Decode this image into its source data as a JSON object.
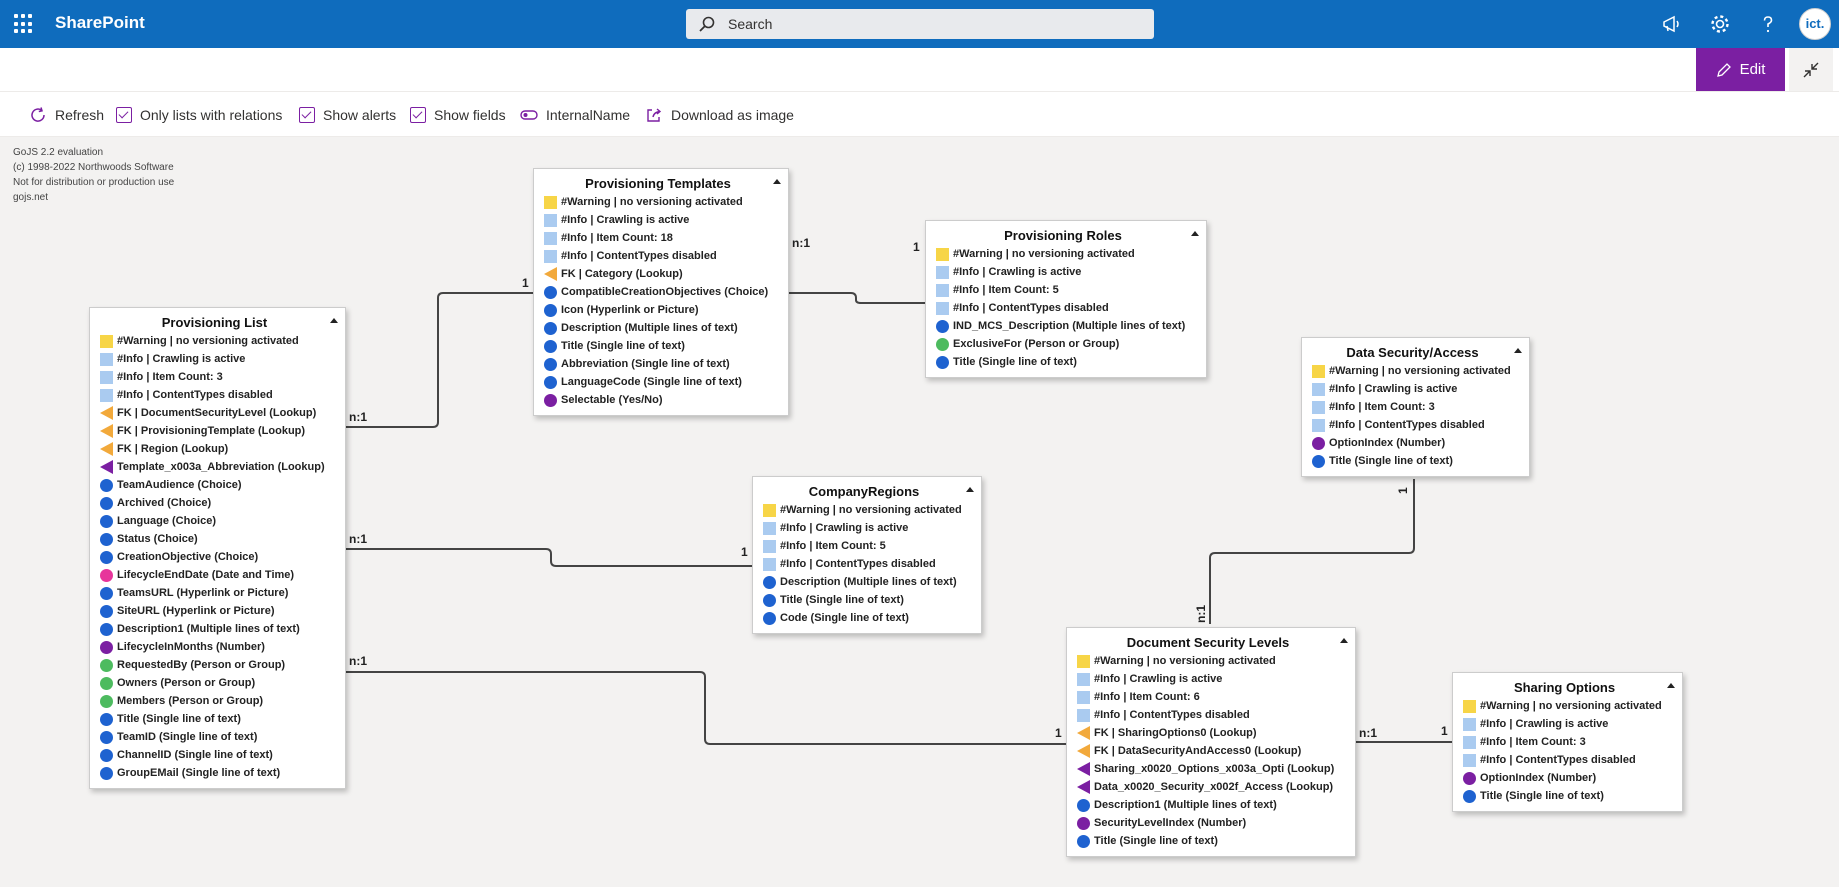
{
  "app": {
    "brand": "SharePoint",
    "search_placeholder": "Search",
    "avatar_initials": "ict."
  },
  "header": {
    "edit_label": "Edit"
  },
  "toolbar": {
    "refresh": "Refresh",
    "only_lists": "Only lists with relations",
    "show_alerts": "Show alerts",
    "show_fields": "Show fields",
    "internal_name": "InternalName",
    "download": "Download as image"
  },
  "watermark": [
    "GoJS 2.2 evaluation",
    "(c) 1998-2022 Northwoods Software",
    "Not for distribution or production use",
    "gojs.net"
  ],
  "colors": {
    "suitebar": "#0f6cbd",
    "accent": "#7b1fa2",
    "warning": "#f7d547",
    "info": "#aacbf0",
    "fk": "#f2a93b",
    "field": "#1e62d0",
    "person": "#4dbb5f",
    "number": "#7b1fa2",
    "date": "#e7359b"
  },
  "link_labels": [
    "1",
    "n:1",
    "1",
    "n:1",
    "n:1",
    "1",
    "n:1",
    "1",
    "1",
    "n:1",
    "n:1",
    "1"
  ],
  "nodes": [
    {
      "title": "Provisioning Templates",
      "rows": [
        {
          "icon": "warn",
          "text": "#Warning | no versioning activated"
        },
        {
          "icon": "info",
          "text": "#Info | Crawling is active"
        },
        {
          "icon": "info",
          "text": "#Info | Item Count: 18"
        },
        {
          "icon": "info",
          "text": "#Info | ContentTypes disabled"
        },
        {
          "icon": "fk",
          "text": "FK | Category (Lookup)"
        },
        {
          "icon": "blue",
          "text": "CompatibleCreationObjectives (Choice)"
        },
        {
          "icon": "blue",
          "text": "Icon (Hyperlink or Picture)"
        },
        {
          "icon": "blue",
          "text": "Description (Multiple lines of text)"
        },
        {
          "icon": "blue",
          "text": "Title (Single line of text)"
        },
        {
          "icon": "blue",
          "text": "Abbreviation (Single line of text)"
        },
        {
          "icon": "blue",
          "text": "LanguageCode (Single line of text)"
        },
        {
          "icon": "purple",
          "text": "Selectable (Yes/No)"
        }
      ]
    },
    {
      "title": "Provisioning Roles",
      "rows": [
        {
          "icon": "warn",
          "text": "#Warning | no versioning activated"
        },
        {
          "icon": "info",
          "text": "#Info | Crawling is active"
        },
        {
          "icon": "info",
          "text": "#Info | Item Count: 5"
        },
        {
          "icon": "info",
          "text": "#Info | ContentTypes disabled"
        },
        {
          "icon": "blue",
          "text": "IND_MCS_Description (Multiple lines of text)"
        },
        {
          "icon": "green",
          "text": "ExclusiveFor (Person or Group)"
        },
        {
          "icon": "blue",
          "text": "Title (Single line of text)"
        }
      ]
    },
    {
      "title": "Provisioning List",
      "rows": [
        {
          "icon": "warn",
          "text": "#Warning | no versioning activated"
        },
        {
          "icon": "info",
          "text": "#Info | Crawling is active"
        },
        {
          "icon": "info",
          "text": "#Info | Item Count: 3"
        },
        {
          "icon": "info",
          "text": "#Info | ContentTypes disabled"
        },
        {
          "icon": "fk",
          "text": "FK | DocumentSecurityLevel (Lookup)"
        },
        {
          "icon": "fk",
          "text": "FK | ProvisioningTemplate (Lookup)"
        },
        {
          "icon": "fk",
          "text": "FK | Region (Lookup)"
        },
        {
          "icon": "lk",
          "text": "Template_x003a_Abbreviation (Lookup)"
        },
        {
          "icon": "blue",
          "text": "TeamAudience (Choice)"
        },
        {
          "icon": "blue",
          "text": "Archived (Choice)"
        },
        {
          "icon": "blue",
          "text": "Language (Choice)"
        },
        {
          "icon": "blue",
          "text": "Status (Choice)"
        },
        {
          "icon": "blue",
          "text": "CreationObjective (Choice)"
        },
        {
          "icon": "pink",
          "text": "LifecycleEndDate (Date and Time)"
        },
        {
          "icon": "blue",
          "text": "TeamsURL (Hyperlink or Picture)"
        },
        {
          "icon": "blue",
          "text": "SiteURL (Hyperlink or Picture)"
        },
        {
          "icon": "blue",
          "text": "Description1 (Multiple lines of text)"
        },
        {
          "icon": "purple",
          "text": "LifecycleInMonths (Number)"
        },
        {
          "icon": "green",
          "text": "RequestedBy (Person or Group)"
        },
        {
          "icon": "green",
          "text": "Owners (Person or Group)"
        },
        {
          "icon": "green",
          "text": "Members (Person or Group)"
        },
        {
          "icon": "blue",
          "text": "Title (Single line of text)"
        },
        {
          "icon": "blue",
          "text": "TeamID (Single line of text)"
        },
        {
          "icon": "blue",
          "text": "ChannelID (Single line of text)"
        },
        {
          "icon": "blue",
          "text": "GroupEMail (Single line of text)"
        }
      ]
    },
    {
      "title": "Data Security/Access",
      "rows": [
        {
          "icon": "warn",
          "text": "#Warning | no versioning activated"
        },
        {
          "icon": "info",
          "text": "#Info | Crawling is active"
        },
        {
          "icon": "info",
          "text": "#Info | Item Count: 3"
        },
        {
          "icon": "info",
          "text": "#Info | ContentTypes disabled"
        },
        {
          "icon": "purple",
          "text": "OptionIndex (Number)"
        },
        {
          "icon": "blue",
          "text": "Title (Single line of text)"
        }
      ]
    },
    {
      "title": "CompanyRegions",
      "rows": [
        {
          "icon": "warn",
          "text": "#Warning | no versioning activated"
        },
        {
          "icon": "info",
          "text": "#Info | Crawling is active"
        },
        {
          "icon": "info",
          "text": "#Info | Item Count: 5"
        },
        {
          "icon": "info",
          "text": "#Info | ContentTypes disabled"
        },
        {
          "icon": "blue",
          "text": "Description (Multiple lines of text)"
        },
        {
          "icon": "blue",
          "text": "Title (Single line of text)"
        },
        {
          "icon": "blue",
          "text": "Code (Single line of text)"
        }
      ]
    },
    {
      "title": "Document Security Levels",
      "rows": [
        {
          "icon": "warn",
          "text": "#Warning | no versioning activated"
        },
        {
          "icon": "info",
          "text": "#Info | Crawling is active"
        },
        {
          "icon": "info",
          "text": "#Info | Item Count: 6"
        },
        {
          "icon": "info",
          "text": "#Info | ContentTypes disabled"
        },
        {
          "icon": "fk",
          "text": "FK | SharingOptions0 (Lookup)"
        },
        {
          "icon": "fk",
          "text": "FK | DataSecurityAndAccess0 (Lookup)"
        },
        {
          "icon": "lk",
          "text": "Sharing_x0020_Options_x003a_Opti (Lookup)"
        },
        {
          "icon": "lk",
          "text": "Data_x0020_Security_x002f_Access (Lookup)"
        },
        {
          "icon": "blue",
          "text": "Description1 (Multiple lines of text)"
        },
        {
          "icon": "purple",
          "text": "SecurityLevelIndex (Number)"
        },
        {
          "icon": "blue",
          "text": "Title (Single line of text)"
        }
      ]
    },
    {
      "title": "Sharing Options",
      "rows": [
        {
          "icon": "warn",
          "text": "#Warning | no versioning activated"
        },
        {
          "icon": "info",
          "text": "#Info | Crawling is active"
        },
        {
          "icon": "info",
          "text": "#Info | Item Count: 3"
        },
        {
          "icon": "info",
          "text": "#Info | ContentTypes disabled"
        },
        {
          "icon": "purple",
          "text": "OptionIndex (Number)"
        },
        {
          "icon": "blue",
          "text": "Title (Single line of text)"
        }
      ]
    }
  ]
}
